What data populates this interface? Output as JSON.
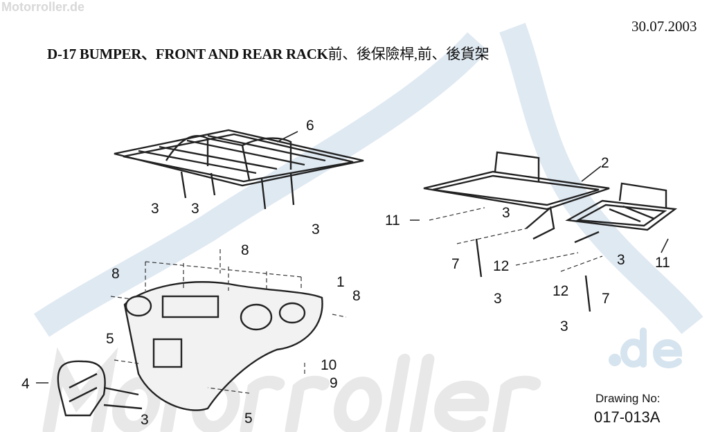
{
  "watermark": {
    "site": "Motorroller.de",
    "big_text": "Motorroller",
    "domain_suffix": ".de"
  },
  "header": {
    "date": "30.07.2003",
    "title_en": "D-17 BUMPER、FRONT AND REAR RACK",
    "title_cn": "前、後保險桿,前、後貨架"
  },
  "drawing": {
    "label": "Drawing No:",
    "number": "017-013A"
  },
  "callouts": [
    "6",
    "2",
    "3",
    "3",
    "3",
    "11",
    "3",
    "7",
    "12",
    "3",
    "11",
    "8",
    "8",
    "1",
    "8",
    "12",
    "7",
    "3",
    "3",
    "5",
    "10",
    "9",
    "4",
    "3",
    "5"
  ],
  "colors": {
    "watermark_blue": "#d6e4ef",
    "line": "#222222"
  }
}
